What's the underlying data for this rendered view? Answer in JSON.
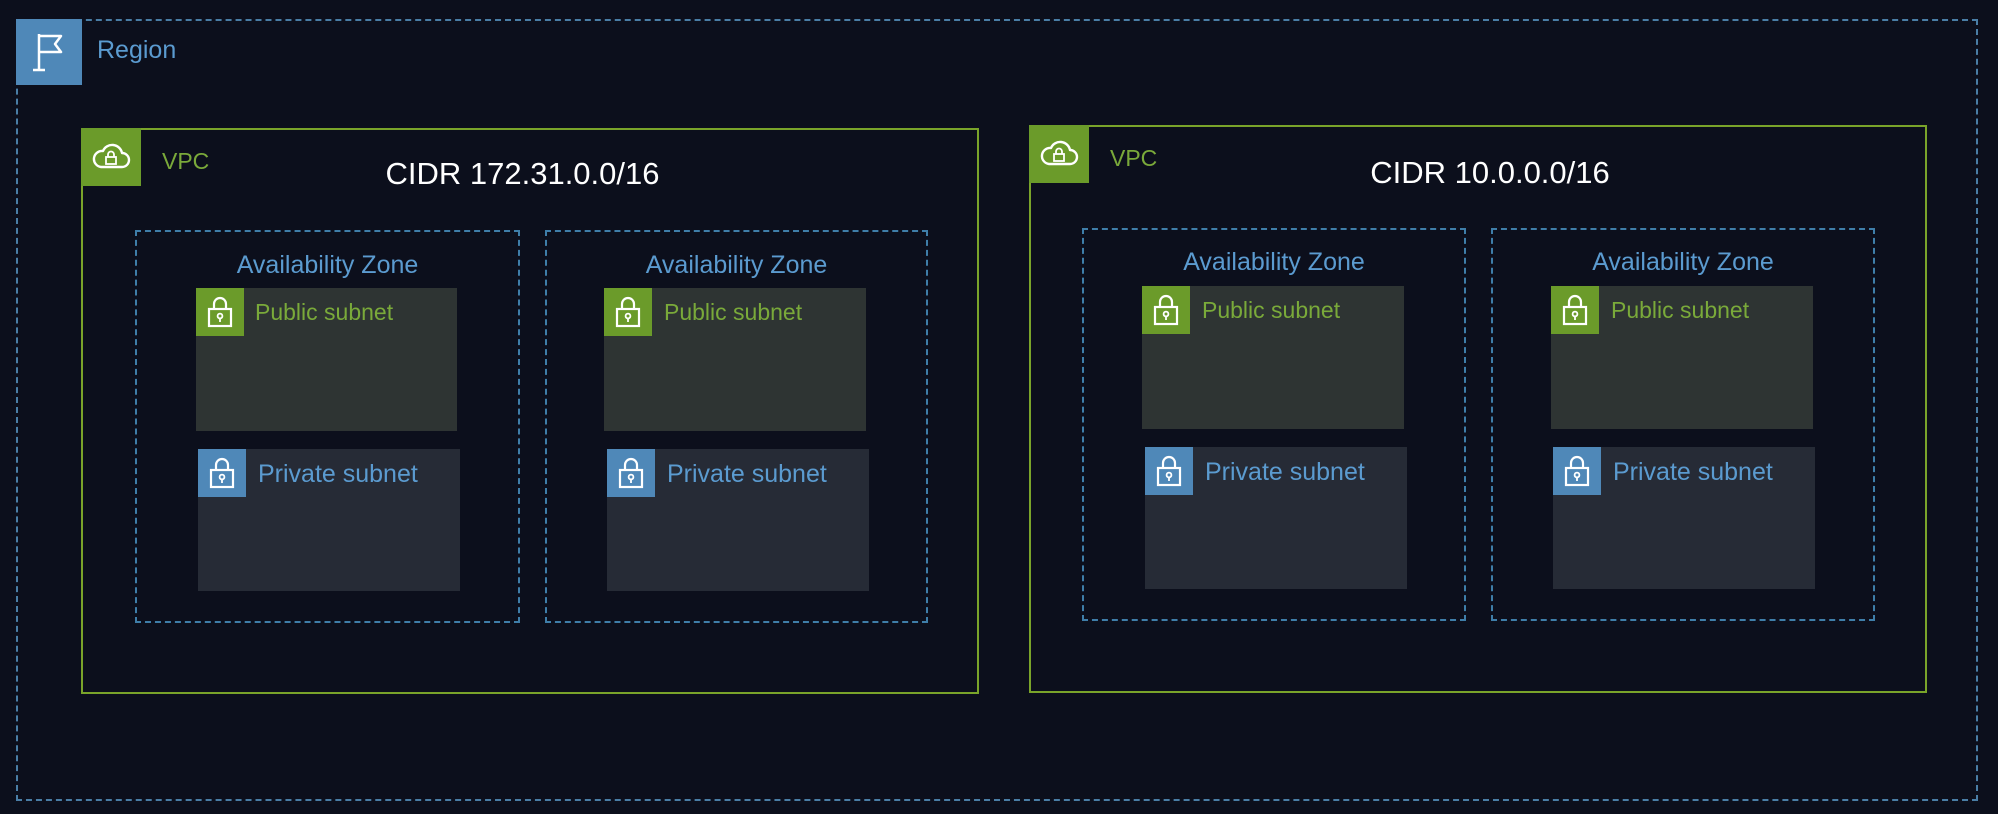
{
  "region": {
    "label": "Region",
    "icon": "flag-icon"
  },
  "vpcs": [
    {
      "label": "VPC",
      "cidr": "CIDR 172.31.0.0/16",
      "icon": "cloud-lock-icon"
    },
    {
      "label": "VPC",
      "cidr": "CIDR 10.0.0.0/16",
      "icon": "cloud-lock-icon"
    }
  ],
  "availability_zone_label": "Availability Zone",
  "public_subnet_label": "Public subnet",
  "private_subnet_label": "Private subnet",
  "colors": {
    "background": "#0c0f1c",
    "region_blue": "#4f88b8",
    "vpc_green": "#7aa42a",
    "public_subnet_bg": "#2e3433",
    "private_subnet_bg": "#262b36"
  }
}
